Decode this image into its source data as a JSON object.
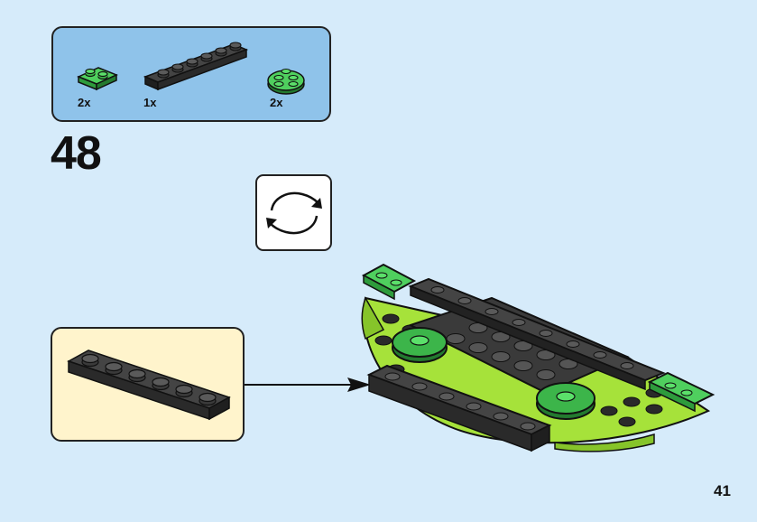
{
  "parts_list": {
    "items": [
      {
        "icon": "green-plate-1x2-icon",
        "quantity": "2x",
        "color": "#3cb54a"
      },
      {
        "icon": "black-plate-1x6-icon",
        "quantity": "1x",
        "color": "#2b2b2b"
      },
      {
        "icon": "green-round-plate-2x2-icon",
        "quantity": "2x",
        "color": "#3cb54a"
      }
    ]
  },
  "step": {
    "number": "48"
  },
  "rotate_indicator": {
    "icon": "rotate-model-icon"
  },
  "sub_assembly": {
    "icon": "black-plate-1x6-icon",
    "color": "#2b2b2b"
  },
  "colors": {
    "background": "#d6ebfa",
    "parts_box": "#8fc3ea",
    "sub_box": "#fff4cc",
    "lime": "#a6e23a",
    "green": "#3cb54a",
    "dark_gray": "#3a3a3a"
  },
  "page": {
    "number": "41"
  }
}
